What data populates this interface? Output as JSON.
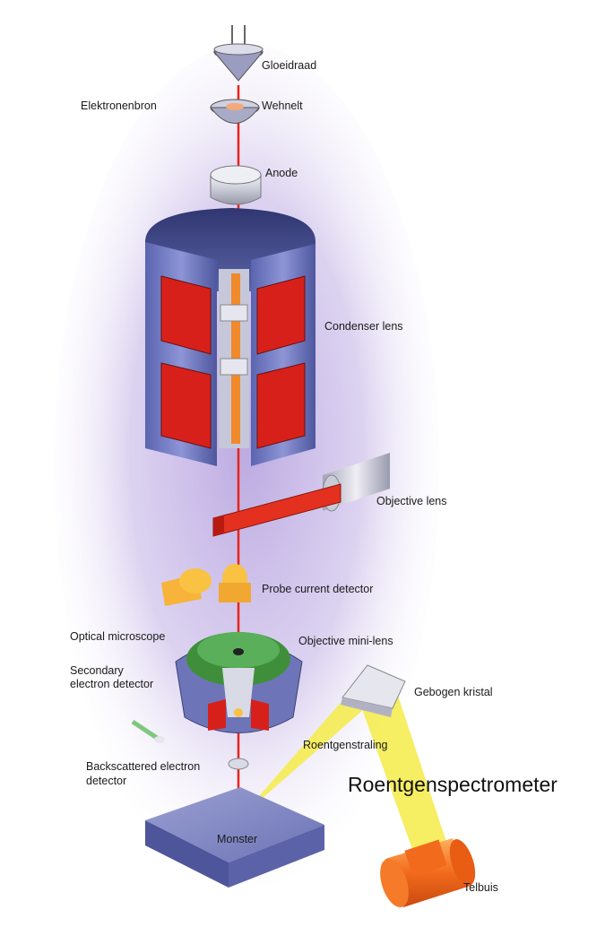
{
  "labels": {
    "gloeidraad": "Gloeidraad",
    "elektronenbron": "Elektronenbron",
    "wehnelt": "Wehnelt",
    "anode": "Anode",
    "condenser_lens": "Condenser lens",
    "objective_lens": "Objective lens",
    "probe_current_detector": "Probe current detector",
    "optical_microscope": "Optical microscope",
    "objective_mini_lens": "Objective mini-lens",
    "secondary_electron_detector_line1": "Secondary",
    "secondary_electron_detector_line2": "electron detector",
    "gebogen_kristal": "Gebogen kristal",
    "roentgenstraling": "Roentgenstraling",
    "backscattered_line1": "Backscattered electron",
    "backscattered_line2": "detector",
    "roentgenspectrometer": "Roentgenspectrometer",
    "monster": "Monster",
    "telbuis": "Telbuis"
  },
  "colors": {
    "beam": "#e8231a",
    "glow": "#c9b8e6",
    "column_blue": "#6f79c2",
    "coil_red": "#d8201b",
    "xray_yellow": "#f5e94a",
    "optical_green": "#3f8f3a",
    "telbuis_orange": "#f26a1c"
  }
}
